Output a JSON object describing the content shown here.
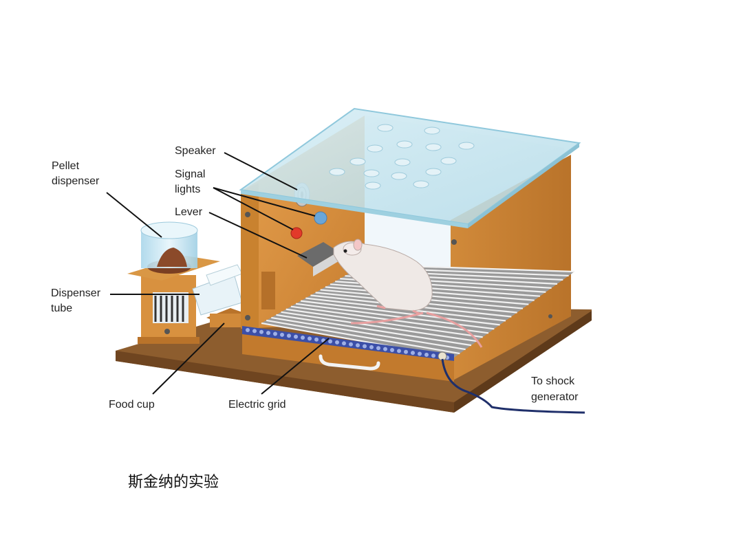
{
  "labels": {
    "pellet_dispenser": [
      "Pellet",
      "dispenser"
    ],
    "speaker": "Speaker",
    "signal_lights": [
      "Signal",
      "lights"
    ],
    "lever": "Lever",
    "dispenser_tube": [
      "Dispenser",
      "tube"
    ],
    "food_cup": "Food cup",
    "electric_grid": "Electric grid",
    "shock_generator": [
      "To shock",
      "generator"
    ]
  },
  "caption": "斯金纳的实验",
  "colors": {
    "wood": "#d9913f",
    "wood_dark": "#b97128",
    "base": "#8a5a2c",
    "glass": "#bfe3ef",
    "red_light": "#e23a2a",
    "blue_light": "#6aa6d8",
    "cable": "#1f2f6a"
  }
}
